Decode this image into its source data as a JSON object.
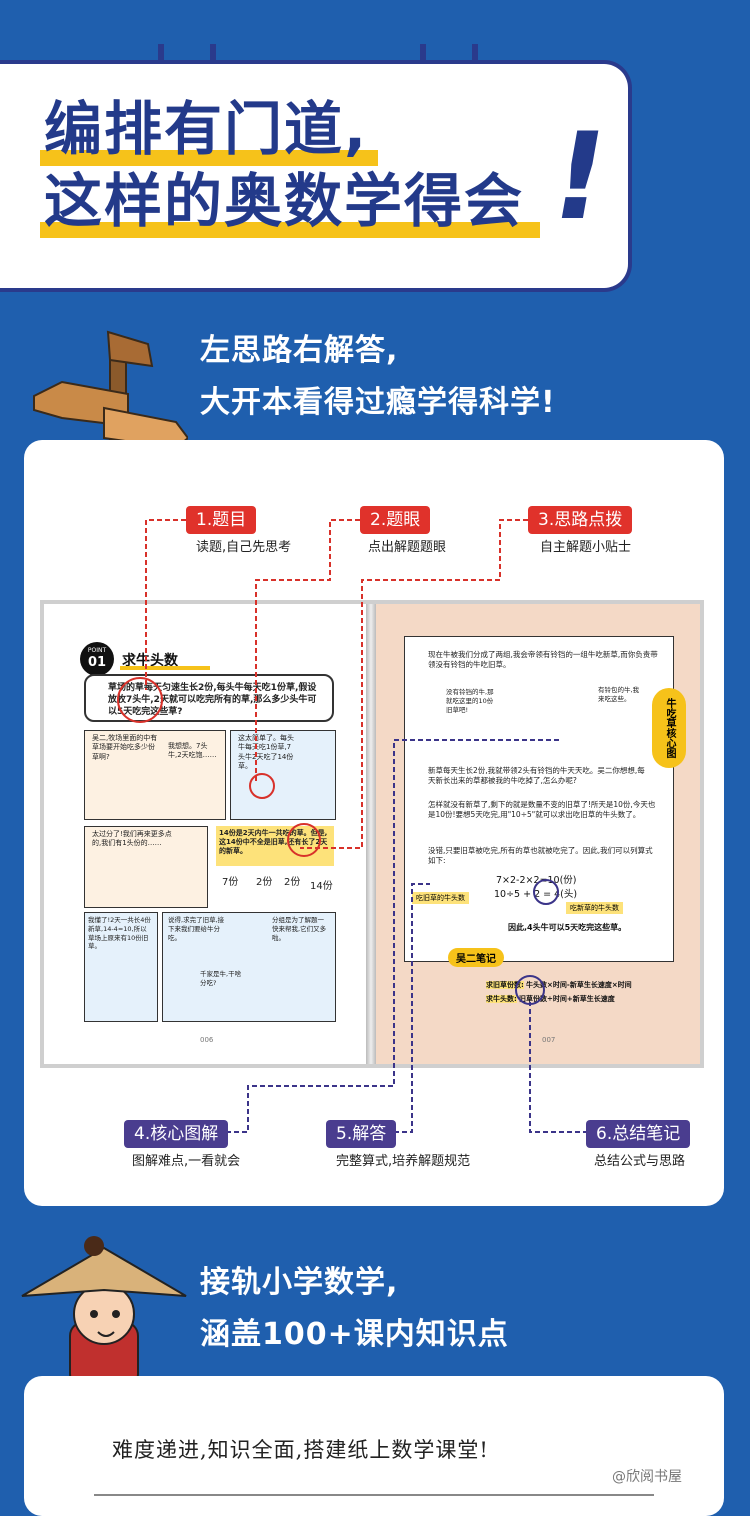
{
  "header": {
    "title_line1": "编排有门道,",
    "title_line2": "这样的奥数学得会",
    "exclamation": "!"
  },
  "section1": {
    "line1": "左思路右解答,",
    "line2": "大开本看得过瘾学得科学!"
  },
  "callouts_top": [
    {
      "label": "1.题目",
      "caption": "读题,自己先思考"
    },
    {
      "label": "2.题眼",
      "caption": "点出解题题眼"
    },
    {
      "label": "3.思路点拨",
      "caption": "自主解题小贴士"
    }
  ],
  "callouts_bottom": [
    {
      "label": "4.核心图解",
      "caption": "图解难点,一看就会"
    },
    {
      "label": "5.解答",
      "caption": "完整算式,培养解题规范"
    },
    {
      "label": "6.总结笔记",
      "caption": "总结公式与思路"
    }
  ],
  "book_left": {
    "point_small": "POINT",
    "point_num": "01",
    "topic": "求牛头数",
    "problem": "草场的草每天匀速生长2份,每头牛每天吃1份草,假设放牧7头牛,2天就可以吃完所有的草,那么多少头牛可以5天吃完这些草?",
    "bubble1": "吴二,牧场里面的中有草场要开始吃多少份草啊?",
    "bubble2": "我想想。7头牛,2天吃饱……",
    "bubble3": "这太简单了。每头牛每天吃1份草,7头牛2天吃了14份草。",
    "highlight": "14份是2天内牛一共吃的草。但是,这14份中不全是旧草,还有长了2天的新草。",
    "bubble4": "太过分了!我们再来更多点的,我们有1头份的……",
    "calc_a": "7份",
    "calc_b": "2份",
    "calc_c": "2份",
    "calc_d": "14份",
    "bubble5": "我懂了!2天一共长4份新草,14-4=10,所以草场上原来有10份旧草。",
    "bubble6": "说得,求完了旧草,接下来我们要给牛分吃。",
    "bubble7": "分组是为了解题一快来帮我,它们又多啦。",
    "bubble8": "千家是牛,干啥分吃?",
    "page_num": "006"
  },
  "book_right": {
    "text1": "现在牛被我们分成了两组,我会帝领有铃铛的一组牛吃新草,而你负责带领没有铃铛的牛吃旧草。",
    "bubble1": "没有铃铛的牛,那就吃这里的10份旧草吧!",
    "bubble2": "有铃包的牛,我来吃这些。",
    "side_tag": "牛吃草核心图",
    "text2": "新草每天生长2份,我就带领2头有铃铛的牛天天吃。吴二你想想,每天新长出来的草都被我的牛吃掉了,怎么办呢?",
    "text3": "怎样就没有新草了,剩下的就是数量不变的旧草了!所天是10份,今天也是10份!要想5天吃完,用\"10÷5\"就可以求出吃旧草的牛头数了。",
    "text4": "没错,只要旧草被吃完,所有的草也就被吃完了。因此,我们可以列算式如下:",
    "formula1": "7×2-2×2=10(份)",
    "formula2": "10÷5 + 2 = 4(头)",
    "note_a": "吃旧草的牛头数",
    "note_b": "吃新草的牛头数",
    "answer": "因此,4头牛可以5天吃完这些草。",
    "notes_title": "吴二笔记",
    "note_line1_label": "求旧草份数:",
    "note_line1": "牛头数×时间-新草生长速度×时间",
    "note_line2_label": "求牛头数:",
    "note_line2": "旧草份数÷时间+新草生长速度",
    "page_num": "007"
  },
  "section2": {
    "line1": "接轨小学数学,",
    "line2": "涵盖100+课内知识点"
  },
  "card2": {
    "text": "难度递进,知识全面,搭建纸上数学课堂!"
  },
  "watermark": "@欣阅书屋",
  "colors": {
    "background": "#1f5fae",
    "navy": "#233a8a",
    "yellow": "#f6c21a",
    "red": "#e0322b",
    "purple": "#4a3d8f"
  }
}
